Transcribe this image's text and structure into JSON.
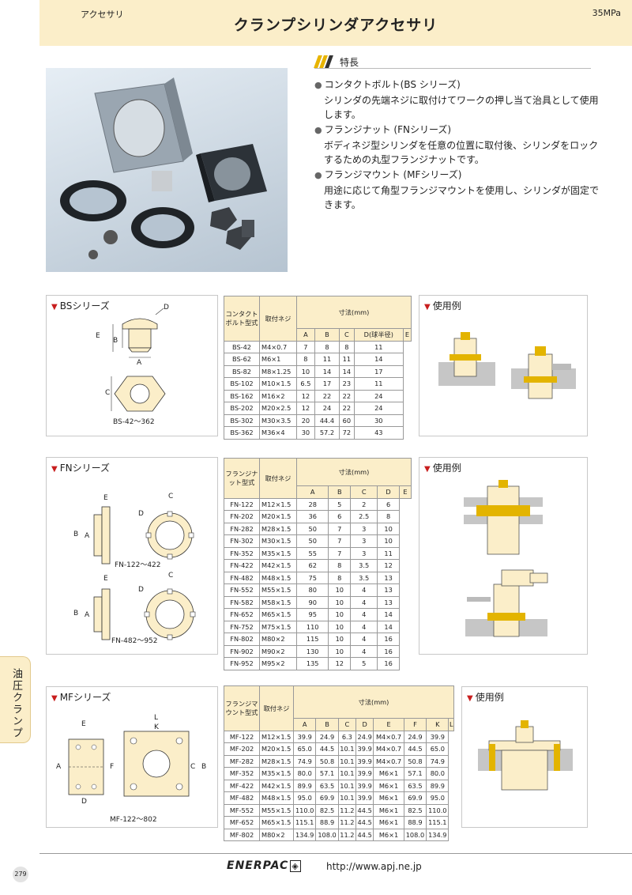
{
  "header": {
    "category": "アクセサリ",
    "title": "クランプシリンダアクセサリ",
    "pressure": "35MPa"
  },
  "features": {
    "title": "特長",
    "items": [
      {
        "name": "コンタクトボルト(BS シリーズ)",
        "desc": "シリンダの先端ネジに取付けてワークの押し当て治具として使用します。"
      },
      {
        "name": "フランジナット (FNシリーズ)",
        "desc": "ボディネジ型シリンダを任意の位置に取付後、シリンダをロックするための丸型フランジナットです。"
      },
      {
        "name": "フランジマウント (MFシリーズ)",
        "desc": "用途に応じて角型フランジマウントを使用し、シリンダが固定できます。"
      }
    ]
  },
  "usage_label": "使用例",
  "bs": {
    "title": "BSシリーズ",
    "diagram_caption": "BS-42～362",
    "labels": {
      "a": "A",
      "b": "B",
      "c": "C",
      "d": "D",
      "e": "E"
    },
    "head": {
      "model": "コンタクトボルト型式",
      "thread": "取付ネジ",
      "dims": "寸法(mm)"
    },
    "cols": [
      "A",
      "B",
      "C",
      "D(球半径)",
      "E"
    ],
    "rows": [
      [
        "BS-42",
        "M4×0.7",
        "7",
        "8",
        "8",
        "11"
      ],
      [
        "BS-62",
        "M6×1",
        "8",
        "11",
        "11",
        "14"
      ],
      [
        "BS-82",
        "M8×1.25",
        "10",
        "14",
        "14",
        "17"
      ],
      [
        "BS-102",
        "M10×1.5",
        "6.5",
        "17",
        "23",
        "11"
      ],
      [
        "BS-162",
        "M16×2",
        "12",
        "22",
        "22",
        "24"
      ],
      [
        "BS-202",
        "M20×2.5",
        "12",
        "24",
        "22",
        "24"
      ],
      [
        "BS-302",
        "M30×3.5",
        "20",
        "44.4",
        "60",
        "30"
      ],
      [
        "BS-362",
        "M36×4",
        "30",
        "57.2",
        "72",
        "43"
      ]
    ]
  },
  "fn": {
    "title": "FNシリーズ",
    "caption1": "FN-122～422",
    "caption2": "FN-482～952",
    "labels": {
      "a": "A",
      "b": "B",
      "c": "C",
      "d": "D",
      "e": "E"
    },
    "head": {
      "model": "フランジナット型式",
      "thread": "取付ネジ",
      "dims": "寸法(mm)"
    },
    "cols": [
      "A",
      "B",
      "C",
      "D",
      "E"
    ],
    "rows": [
      [
        "FN-122",
        "M12×1.5",
        "28",
        "5",
        "2",
        "6"
      ],
      [
        "FN-202",
        "M20×1.5",
        "36",
        "6",
        "2.5",
        "8"
      ],
      [
        "FN-282",
        "M28×1.5",
        "50",
        "7",
        "3",
        "10"
      ],
      [
        "FN-302",
        "M30×1.5",
        "50",
        "7",
        "3",
        "10"
      ],
      [
        "FN-352",
        "M35×1.5",
        "55",
        "7",
        "3",
        "11"
      ],
      [
        "FN-422",
        "M42×1.5",
        "62",
        "8",
        "3.5",
        "12"
      ],
      [
        "FN-482",
        "M48×1.5",
        "75",
        "8",
        "3.5",
        "13"
      ],
      [
        "FN-552",
        "M55×1.5",
        "80",
        "10",
        "4",
        "13"
      ],
      [
        "FN-582",
        "M58×1.5",
        "90",
        "10",
        "4",
        "13"
      ],
      [
        "FN-652",
        "M65×1.5",
        "95",
        "10",
        "4",
        "14"
      ],
      [
        "FN-752",
        "M75×1.5",
        "110",
        "10",
        "4",
        "14"
      ],
      [
        "FN-802",
        "M80×2",
        "115",
        "10",
        "4",
        "16"
      ],
      [
        "FN-902",
        "M90×2",
        "130",
        "10",
        "4",
        "16"
      ],
      [
        "FN-952",
        "M95×2",
        "135",
        "12",
        "5",
        "16"
      ]
    ]
  },
  "mf": {
    "title": "MFシリーズ",
    "caption": "MF-122～802",
    "labels": {
      "a": "A",
      "b": "B",
      "c": "C",
      "d": "D",
      "e": "E",
      "f": "F",
      "k": "K",
      "l": "L"
    },
    "head": {
      "model": "フランジマウント型式",
      "thread": "取付ネジ",
      "dims": "寸法(mm)"
    },
    "cols": [
      "A",
      "B",
      "C",
      "D",
      "E",
      "F",
      "K",
      "L"
    ],
    "rows": [
      [
        "MF-122",
        "M12×1.5",
        "39.9",
        "24.9",
        "6.3",
        "24.9",
        "M4×0.7",
        "24.9",
        "39.9"
      ],
      [
        "MF-202",
        "M20×1.5",
        "65.0",
        "44.5",
        "10.1",
        "39.9",
        "M4×0.7",
        "44.5",
        "65.0"
      ],
      [
        "MF-282",
        "M28×1.5",
        "74.9",
        "50.8",
        "10.1",
        "39.9",
        "M4×0.7",
        "50.8",
        "74.9"
      ],
      [
        "MF-352",
        "M35×1.5",
        "80.0",
        "57.1",
        "10.1",
        "39.9",
        "M6×1",
        "57.1",
        "80.0"
      ],
      [
        "MF-422",
        "M42×1.5",
        "89.9",
        "63.5",
        "10.1",
        "39.9",
        "M6×1",
        "63.5",
        "89.9"
      ],
      [
        "MF-482",
        "M48×1.5",
        "95.0",
        "69.9",
        "10.1",
        "39.9",
        "M6×1",
        "69.9",
        "95.0"
      ],
      [
        "MF-552",
        "M55×1.5",
        "110.0",
        "82.5",
        "11.2",
        "44.5",
        "M6×1",
        "82.5",
        "110.0"
      ],
      [
        "MF-652",
        "M65×1.5",
        "115.1",
        "88.9",
        "11.2",
        "44.5",
        "M6×1",
        "88.9",
        "115.1"
      ],
      [
        "MF-802",
        "M80×2",
        "134.9",
        "108.0",
        "11.2",
        "44.5",
        "M6×1",
        "108.0",
        "134.9"
      ]
    ]
  },
  "sidetab": "油圧クランプ",
  "footer": {
    "page": "279",
    "brand": "ENERPAC",
    "url": "http://www.apj.ne.jp"
  },
  "colors": {
    "accent": "#fbeec9",
    "marker": "#c81e1e",
    "stripe_yellow": "#e8b400",
    "stripe_dark": "#333333"
  }
}
